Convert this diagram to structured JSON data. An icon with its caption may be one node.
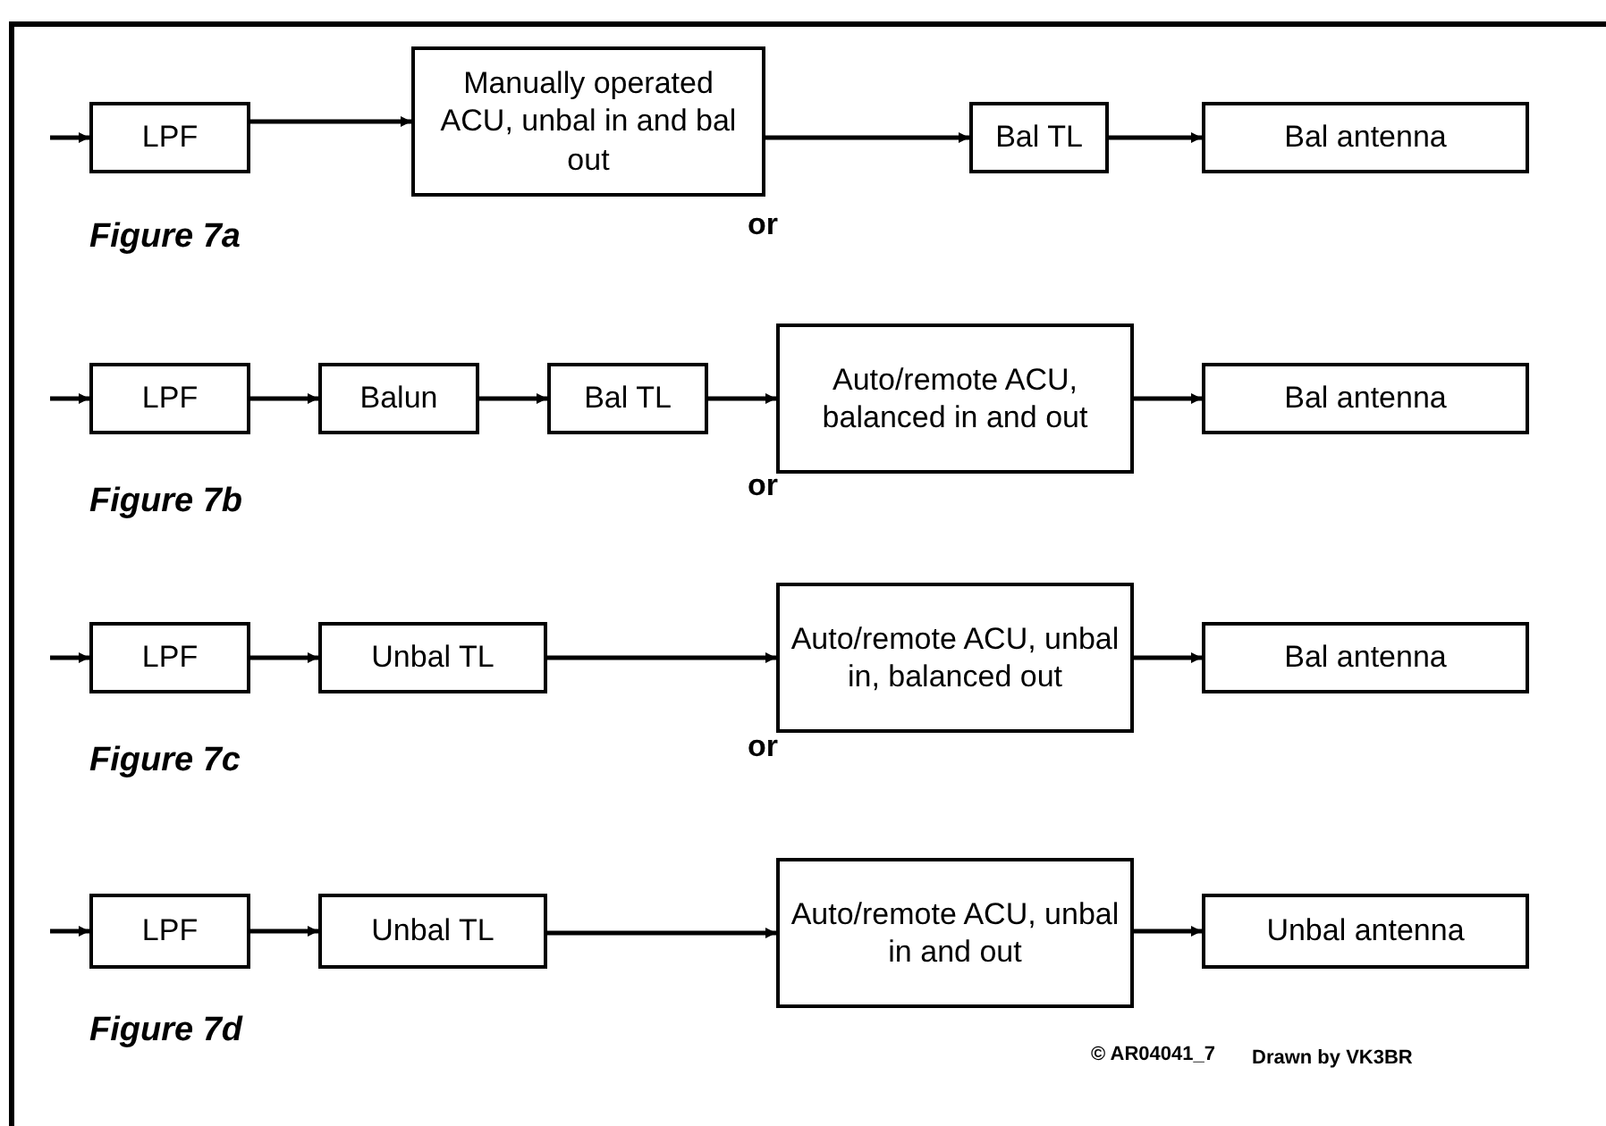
{
  "diagram": {
    "nodes": [
      {
        "text": [
          "LPF"
        ]
      },
      {
        "text": [
          "Manually operated ACU, unbal in and bal out"
        ]
      },
      {
        "text": [
          "Bal TL"
        ]
      },
      {
        "text": [
          "Bal antenna"
        ]
      },
      {
        "text": [
          "LPF"
        ]
      },
      {
        "text": [
          "Balun"
        ]
      },
      {
        "text": [
          "Bal TL"
        ]
      },
      {
        "text": [
          "Auto/remote ACU, balanced in and out"
        ]
      },
      {
        "text": [
          "Bal antenna"
        ]
      },
      {
        "text": [
          "LPF"
        ]
      },
      {
        "text": [
          "Unbal TL"
        ]
      },
      {
        "text": [
          "Auto/remote ACU, unbal in, balanced out"
        ]
      },
      {
        "text": [
          "Bal antenna"
        ]
      },
      {
        "text": [
          "LPF"
        ]
      },
      {
        "text": [
          "Unbal TL"
        ]
      },
      {
        "text": [
          "Auto/remote ACU, unbal in and out"
        ]
      },
      {
        "text": [
          "Unbal antenna"
        ]
      }
    ],
    "edges": [
      {
        "from": null,
        "to": 0,
        "arrow": "to"
      },
      {
        "from": 0,
        "to": 1,
        "arrow": "to"
      },
      {
        "from": 1,
        "to": 2,
        "arrow": "to"
      },
      {
        "from": 2,
        "to": 3,
        "arrow": "to"
      },
      {
        "from": null,
        "to": 4,
        "arrow": "to"
      },
      {
        "from": 4,
        "to": 5,
        "arrow": "to"
      },
      {
        "from": 5,
        "to": 6,
        "arrow": "to"
      },
      {
        "from": 6,
        "to": 7,
        "arrow": "to"
      },
      {
        "from": 7,
        "to": 8,
        "arrow": "to"
      },
      {
        "from": null,
        "to": 9,
        "arrow": "to"
      },
      {
        "from": 9,
        "to": 10,
        "arrow": "to"
      },
      {
        "from": 10,
        "to": 11,
        "arrow": "to"
      },
      {
        "from": 11,
        "to": 12,
        "arrow": "to"
      },
      {
        "from": null,
        "to": 13,
        "arrow": "to"
      },
      {
        "from": 13,
        "to": 14,
        "arrow": "to"
      },
      {
        "from": 14,
        "to": 15,
        "arrow": "to"
      },
      {
        "from": 15,
        "to": 16,
        "arrow": "to"
      }
    ],
    "labels": [
      "Figure 7a",
      "or",
      "Figure 7b",
      "or",
      "Figure 7c",
      "or",
      "Figure 7d",
      "© AR04041_7",
      "Drawn by VK3BR"
    ]
  }
}
